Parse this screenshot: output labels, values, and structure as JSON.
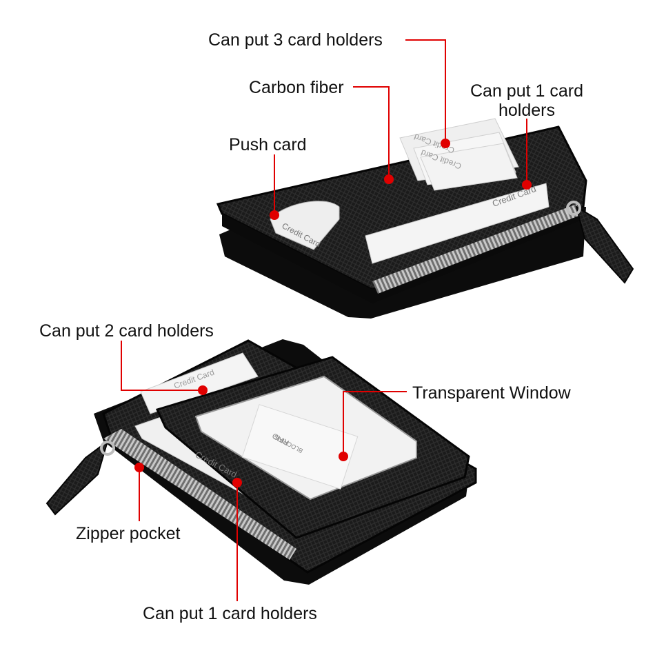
{
  "colors": {
    "callout": "#e00000",
    "leather": "#1b1b1b",
    "leather_edge": "#050505",
    "card": "#f2f2f2",
    "zipper": "#9a9a9a"
  },
  "callouts": {
    "top_3_card_holders": "Can put 3 card holders",
    "carbon_fiber": "Carbon fiber",
    "top_1_card_holders": "Can put 1 card holders",
    "push_card": "Push card",
    "bottom_2_card_holders": "Can put 2 card holders",
    "transparent_window": "Transparent Window",
    "zipper_pocket": "Zipper pocket",
    "bottom_1_card_holders": "Can put 1 card holders"
  },
  "card_text": {
    "credit_card": "Credit Card",
    "rfid": "RFID",
    "blocking": "BLOCKING"
  }
}
